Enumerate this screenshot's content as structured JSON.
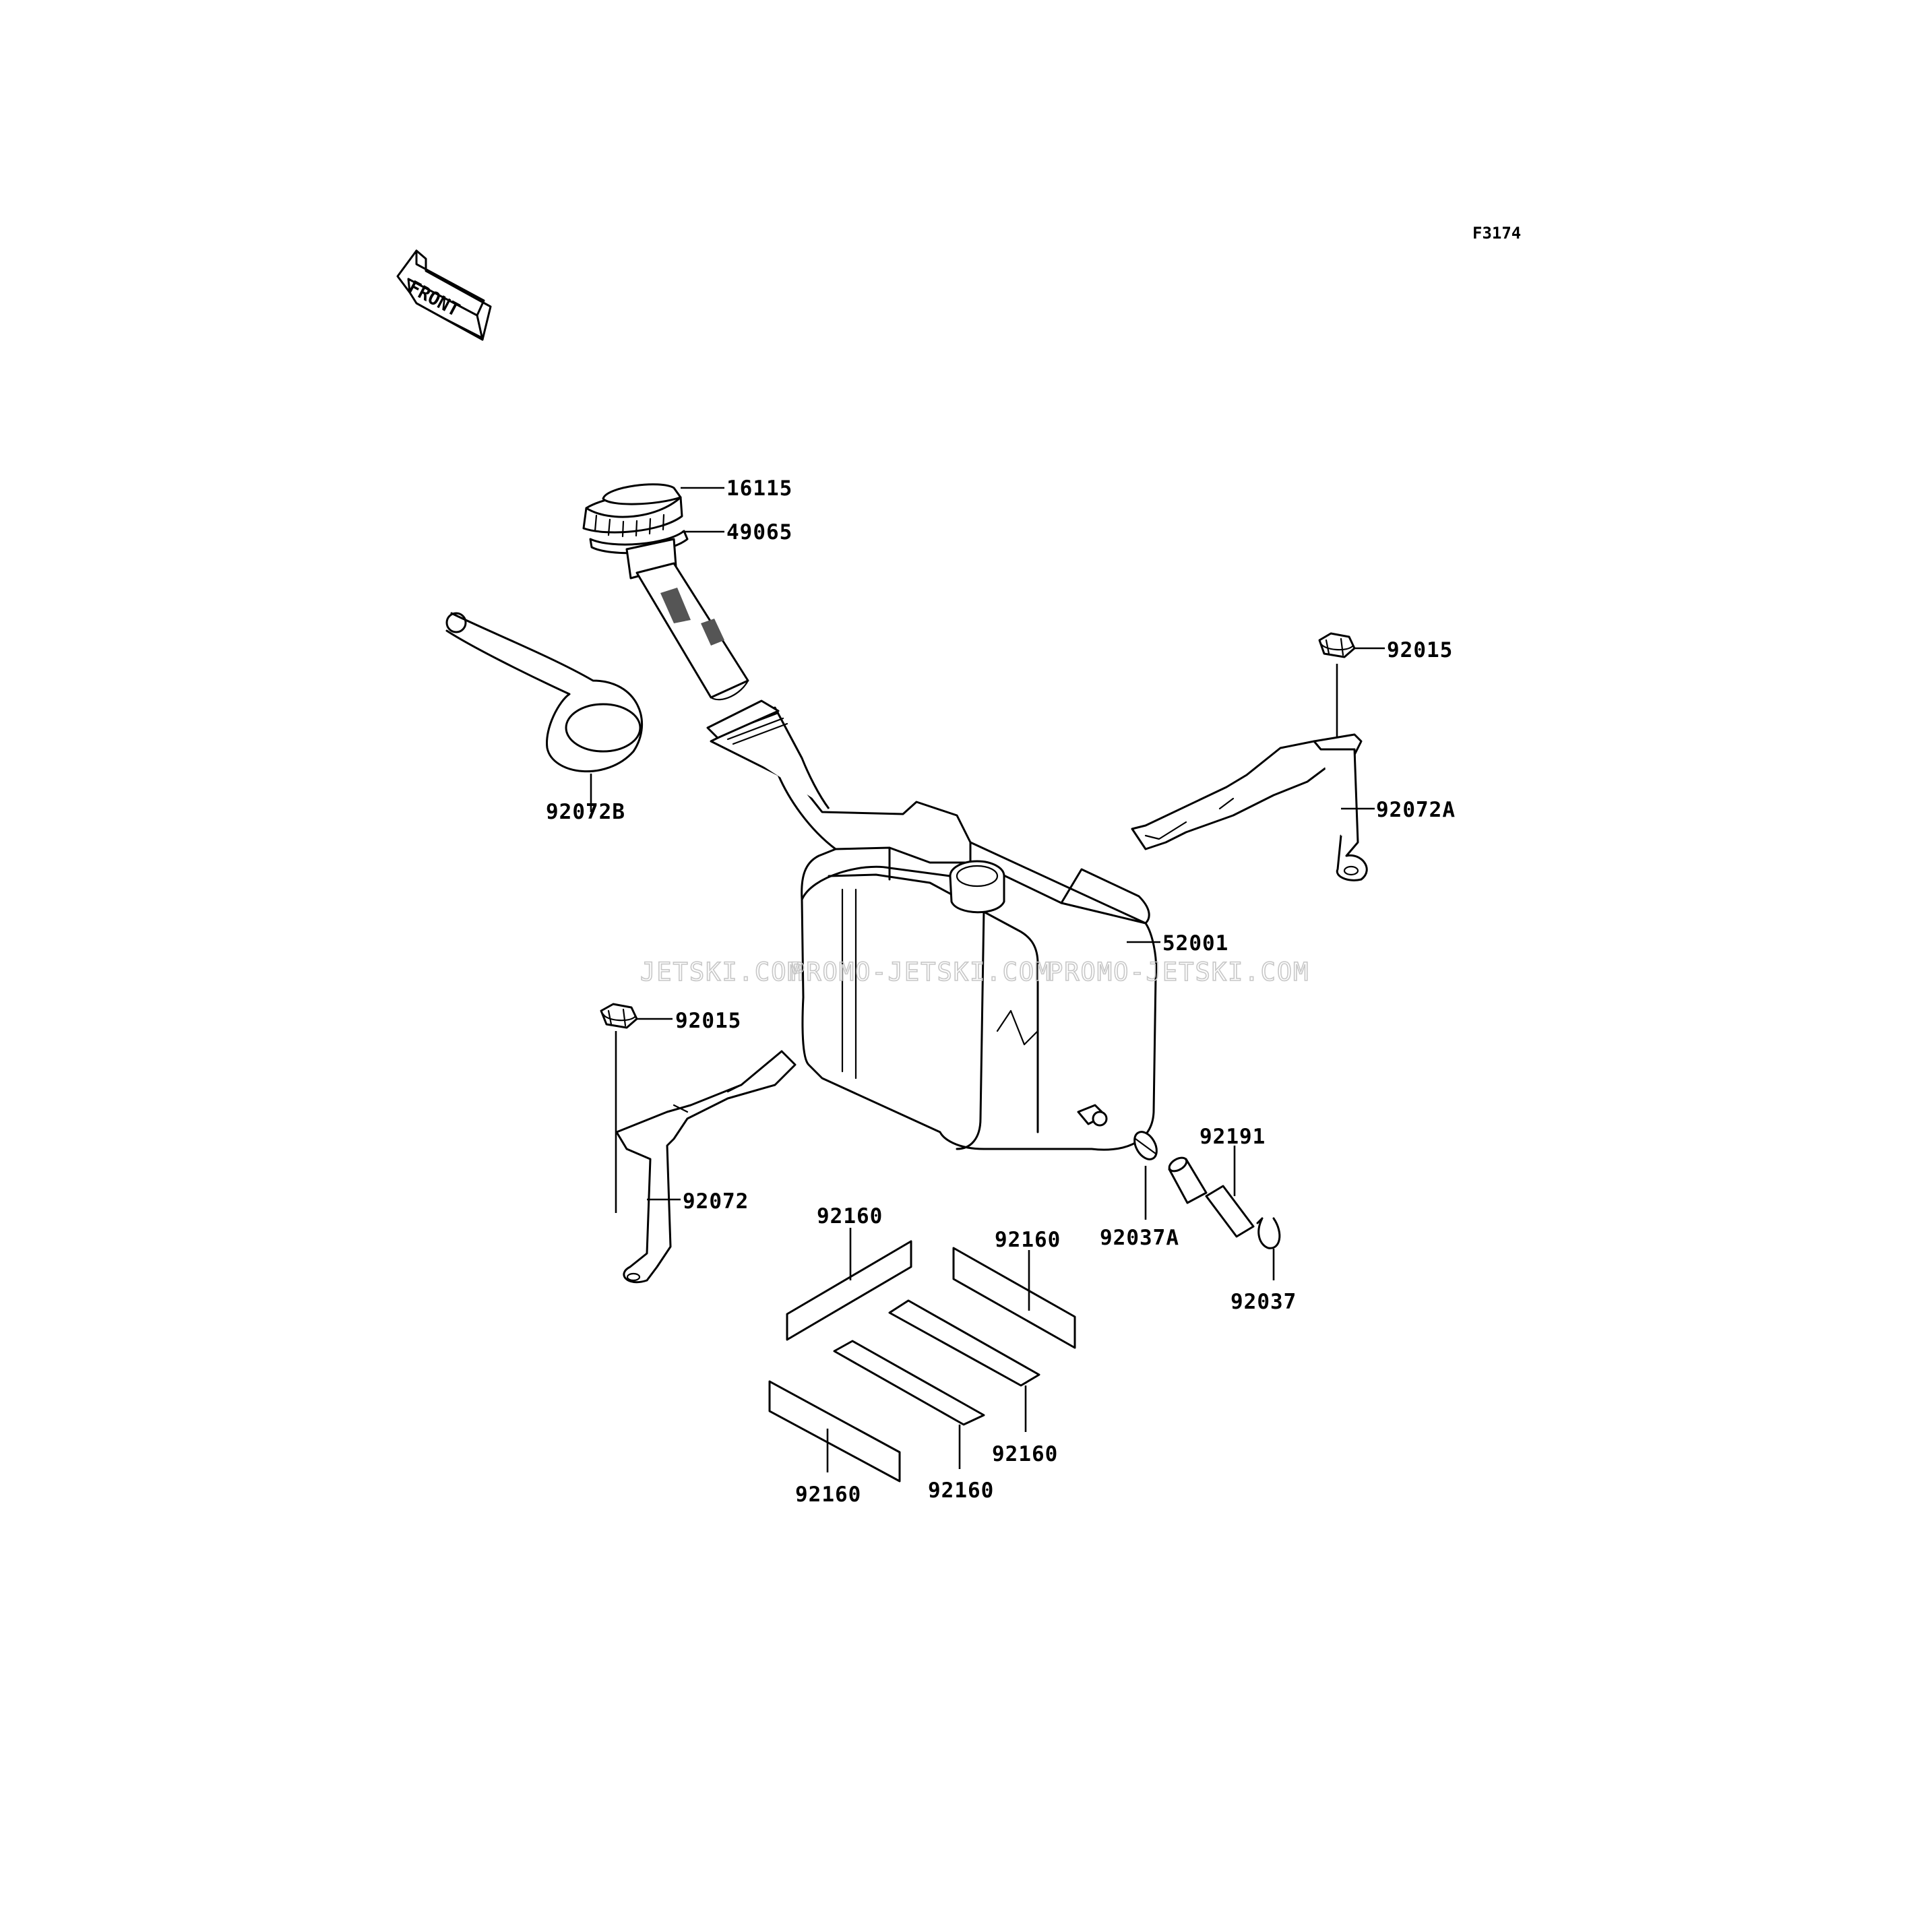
{
  "figure": {
    "code": "F3174"
  },
  "front_arrow": {
    "label": "FRONT"
  },
  "watermark": {
    "segments": [
      "JETSKI.COM",
      "PROMO-JETSKI.COM",
      "PROMO-JETSKI.COM"
    ]
  },
  "parts": {
    "cap": "16115",
    "filler_neck": "49065",
    "gasket": "92072B",
    "nut_right": "92015",
    "strap_right": "92072A",
    "tank": "52001",
    "nut_left": "92015",
    "strap_left": "92072",
    "clamp_a": "92037A",
    "hose": "92191",
    "clamp": "92037",
    "pad_1": "92160",
    "pad_2": "92160",
    "pad_3": "92160",
    "pad_4": "92160",
    "pad_5": "92160"
  }
}
